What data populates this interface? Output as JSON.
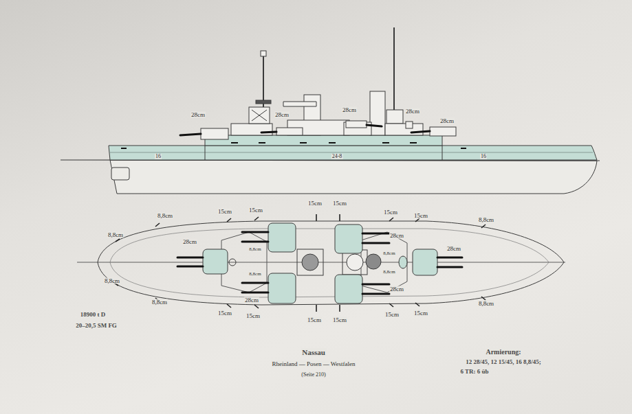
{
  "diagram": {
    "title": "Nassau",
    "labels": [
      "28cm",
      "28cm",
      "28cm",
      "28cm",
      "28cm",
      "16",
      "24-8",
      "16",
      "8,8cm",
      "15cm",
      "15cm",
      "15cm",
      "15cm",
      "15cm",
      "15cm",
      "8,8cm",
      "8,8cm",
      "8,8cm",
      "8,8cm",
      "15cm",
      "15cm",
      "15cm",
      "15cm",
      "15cm",
      "15cm",
      "8,8cm",
      "28cm",
      "8,8cm",
      "8,8cm",
      "28cm",
      "28cm",
      "8,8cm",
      "28cm",
      "8,8cm",
      "28cm",
      "18900 t D",
      "20–20,5 SM FG",
      "Rheinland — Posen — Westfalen",
      "(Seite 210)",
      "Armierung:",
      "12 28/45, 12 15/45, 16 8,8/45;",
      "6 TR: 6 üb"
    ]
  }
}
